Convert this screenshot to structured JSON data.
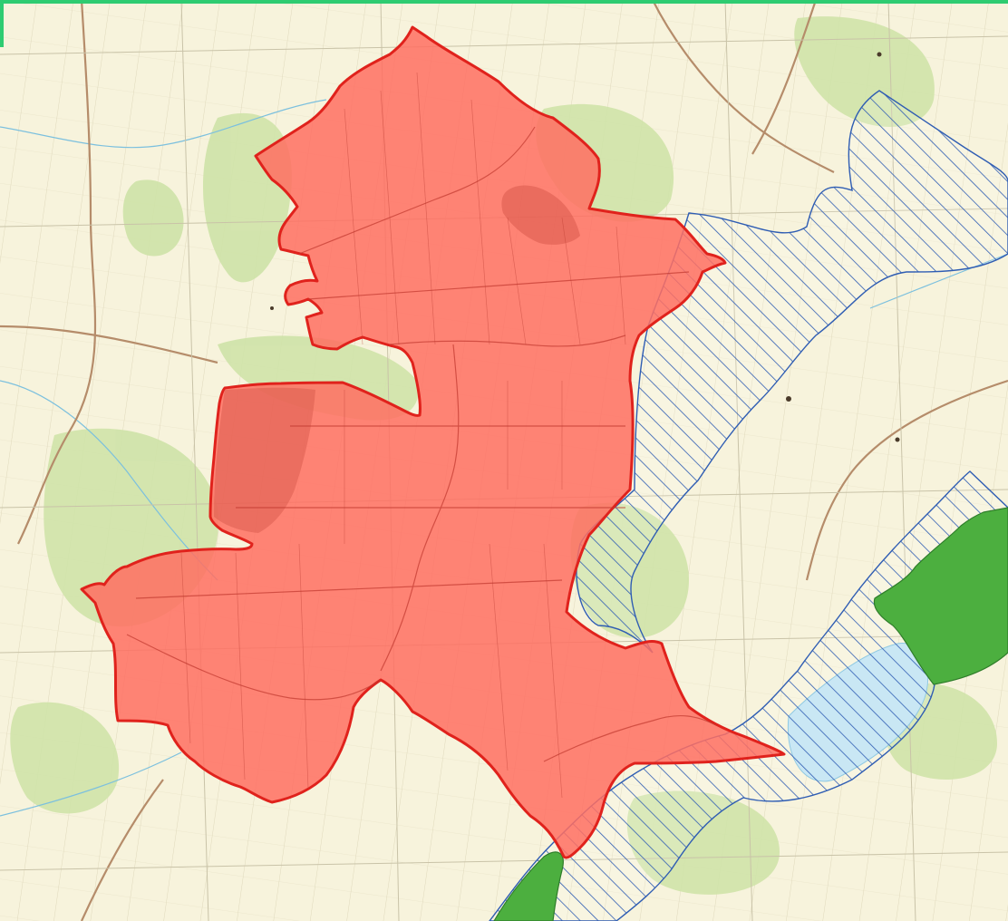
{
  "map": {
    "colors": {
      "base": "#f7f3dc",
      "forest_light": "#cfe3a8",
      "road_major": "#b58c6a",
      "road_minor": "#c9c3a8",
      "water": "#bfe3f2",
      "waterway": "#7cc0de",
      "study_area_fill": "#ff6f61",
      "study_area_stroke": "#e0221c",
      "protected_hatch": "#2f5db3",
      "nature_green": "#4caf3f",
      "frame_accent": "#2ecc71"
    },
    "layers": [
      {
        "name": "study-area",
        "style": "red translucent polygon"
      },
      {
        "name": "protected-area",
        "style": "blue diagonal hatch"
      },
      {
        "name": "nature-reserve",
        "style": "solid green"
      },
      {
        "name": "lake",
        "style": "light blue"
      }
    ]
  }
}
